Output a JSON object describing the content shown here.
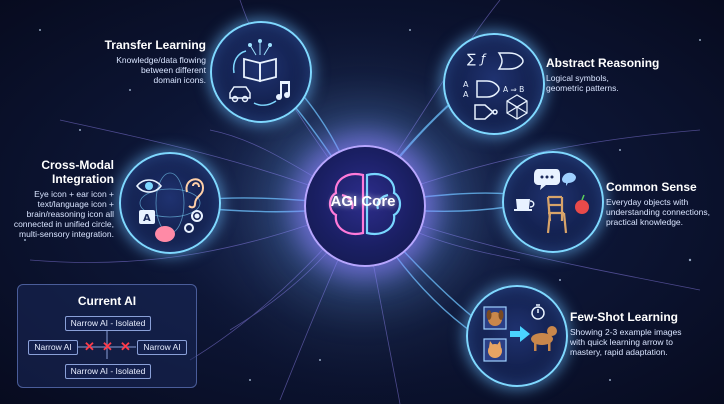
{
  "core": {
    "label": "AGI Core"
  },
  "nodes": {
    "transfer": {
      "title": "Transfer Learning",
      "desc": [
        "Knowledge/data flowing",
        "between different",
        "domain icons."
      ],
      "icons": [
        "book-icon",
        "car-icon",
        "music-note-icon"
      ]
    },
    "abstract": {
      "title": "Abstract Reasoning",
      "desc": [
        "Logical symbols,",
        "geometric patterns."
      ],
      "icons": [
        "sum-function-icon",
        "logic-gate-icon",
        "cube-icon"
      ],
      "symbols": {
        "sum": "∑",
        "f": "ƒ",
        "a": "A",
        "rule": "A ⇒ B"
      }
    },
    "crossmodal": {
      "title_lines": [
        "Cross-Modal",
        "Integration"
      ],
      "desc": [
        "Eye icon + ear icon +",
        "text/language icon +",
        "brain/reasoning icon all",
        "connected in unified circle,",
        "multi-sensory integration."
      ],
      "icons": [
        "eye-icon",
        "ear-icon",
        "language-icon",
        "brain-icon",
        "gears-icon"
      ]
    },
    "common": {
      "title": "Common Sense",
      "desc": [
        "Everyday objects with",
        "understanding connections,",
        "practical knowledge."
      ],
      "icons": [
        "speech-bubble-icon",
        "cup-icon",
        "chair-icon",
        "apple-icon"
      ]
    },
    "fewshot": {
      "title": "Few-Shot Learning",
      "desc": [
        "Showing 2-3 example images",
        "with quick learning arrow to",
        "mastery, rapid adaptation."
      ],
      "icons": [
        "dog-icon",
        "cat-icon",
        "timer-icon",
        "arrow-icon"
      ]
    }
  },
  "current_ai": {
    "title": "Current AI",
    "top_box": "Narrow AI - Isolated",
    "left_box": "Narrow AI",
    "right_box": "Narrow AI",
    "bottom_box": "Narrow AI - Isolated",
    "crosses": [
      "✕",
      "✕",
      "✕"
    ]
  },
  "colors": {
    "node_ring": "#7fd8ff",
    "core_glow": "#b7a6ff",
    "cross": "#ff3b4a",
    "background": "#0d1636"
  }
}
